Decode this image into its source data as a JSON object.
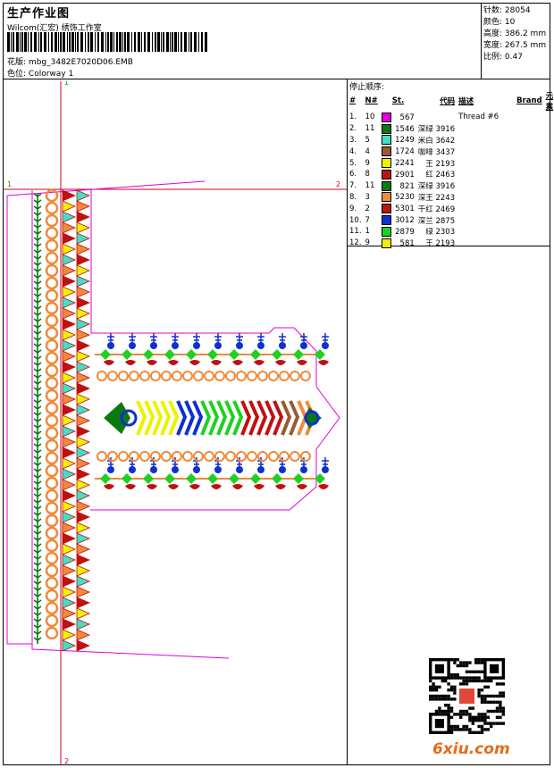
{
  "header": {
    "title": "生产作业图",
    "company": "Wilcom(汇宏) 绣饰工作室",
    "design_label": "花版:",
    "design_file": "mbg_3482E7020D06.EMB",
    "colorway_label": "色位:",
    "colorway": "Colorway 1"
  },
  "stats": {
    "stitches_label": "针数:",
    "stitches": "28054",
    "colors_label": "颜色:",
    "colors": "10",
    "height_label": "高度:",
    "height": "386.2 mm",
    "width_label": "宽度:",
    "width": "267.5 mm",
    "scale_label": "比例:",
    "scale": "0.47"
  },
  "stop_sequence": {
    "title": "停止顺序:",
    "headers": [
      "#",
      "N#",
      "St.",
      "代码",
      "描述",
      "Brand",
      "元素"
    ],
    "rows": [
      {
        "no": "1.",
        "n": "10",
        "color": "#e000e0",
        "st": "567",
        "code": "",
        "desc": "Thread #6"
      },
      {
        "no": "2.",
        "n": "11",
        "color": "#0a7a10",
        "st": "1546",
        "code": "深绿 3916",
        "desc": ""
      },
      {
        "no": "3.",
        "n": "5",
        "color": "#40e0c8",
        "st": "1249",
        "code": "米白 3642",
        "desc": ""
      },
      {
        "no": "4.",
        "n": "4",
        "color": "#9a5a30",
        "st": "1724",
        "code": "咖啡 3437",
        "desc": ""
      },
      {
        "no": "5.",
        "n": "9",
        "color": "#f0f000",
        "st": "2241",
        "code": "王 2193",
        "desc": ""
      },
      {
        "no": "6.",
        "n": "8",
        "color": "#c01010",
        "st": "2901",
        "code": "红 2463",
        "desc": ""
      },
      {
        "no": "7.",
        "n": "11",
        "color": "#0a7a10",
        "st": "821",
        "code": "深绿 3916",
        "desc": ""
      },
      {
        "no": "8.",
        "n": "3",
        "color": "#f08a3a",
        "st": "5230",
        "code": "深王 2243",
        "desc": ""
      },
      {
        "no": "9.",
        "n": "2",
        "color": "#c01010",
        "st": "5301",
        "code": "干红 2469",
        "desc": ""
      },
      {
        "no": "10.",
        "n": "7",
        "color": "#1030d0",
        "st": "3012",
        "code": "深兰 2875",
        "desc": ""
      },
      {
        "no": "11.",
        "n": "1",
        "color": "#20d020",
        "st": "2879",
        "code": "绿 2303",
        "desc": ""
      },
      {
        "no": "12.",
        "n": "9",
        "color": "#f0f000",
        "st": "581",
        "code": "王 2193",
        "desc": ""
      }
    ]
  },
  "design": {
    "markers": [
      "1",
      "1",
      "2",
      "2"
    ]
  },
  "footer": {
    "logo": "6xiu.com",
    "qr_icon": "qr-code-icon"
  }
}
